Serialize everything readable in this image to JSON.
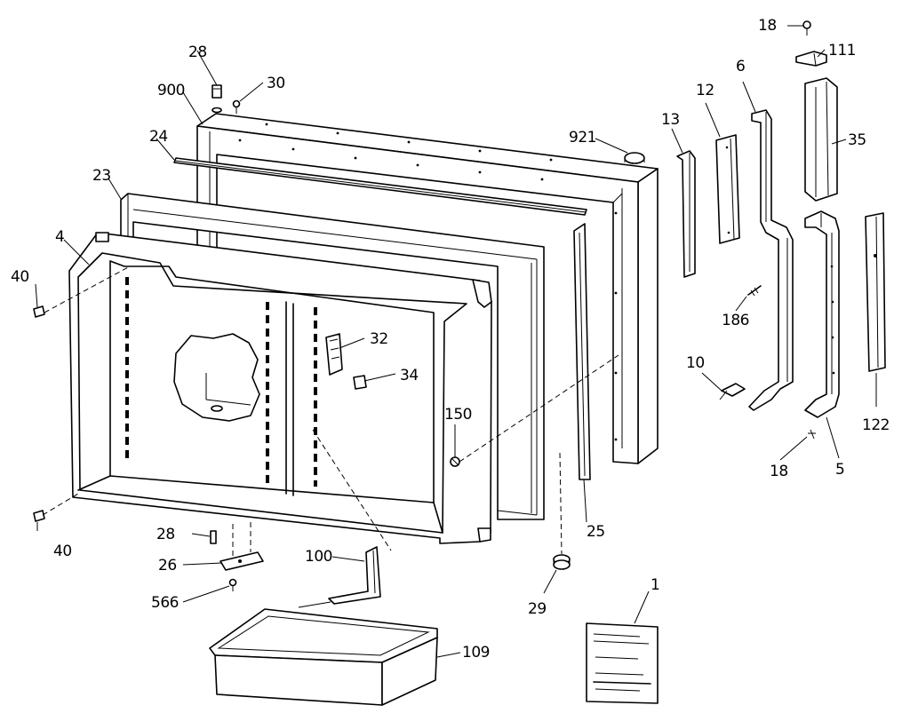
{
  "part_labels": {
    "p1": "1",
    "p4": "4",
    "p5": "5",
    "p6": "6",
    "p10": "10",
    "p12": "12",
    "p13": "13",
    "p18a": "18",
    "p18b": "18",
    "p23": "23",
    "p24": "24",
    "p25": "25",
    "p26": "26",
    "p28a": "28",
    "p28b": "28",
    "p29": "29",
    "p30": "30",
    "p32": "32",
    "p34": "34",
    "p35": "35",
    "p40a": "40",
    "p40b": "40",
    "p100": "100",
    "p109": "109",
    "p111": "111",
    "p122": "122",
    "p150": "150",
    "p186": "186",
    "p566": "566",
    "p900": "900",
    "p921": "921"
  }
}
